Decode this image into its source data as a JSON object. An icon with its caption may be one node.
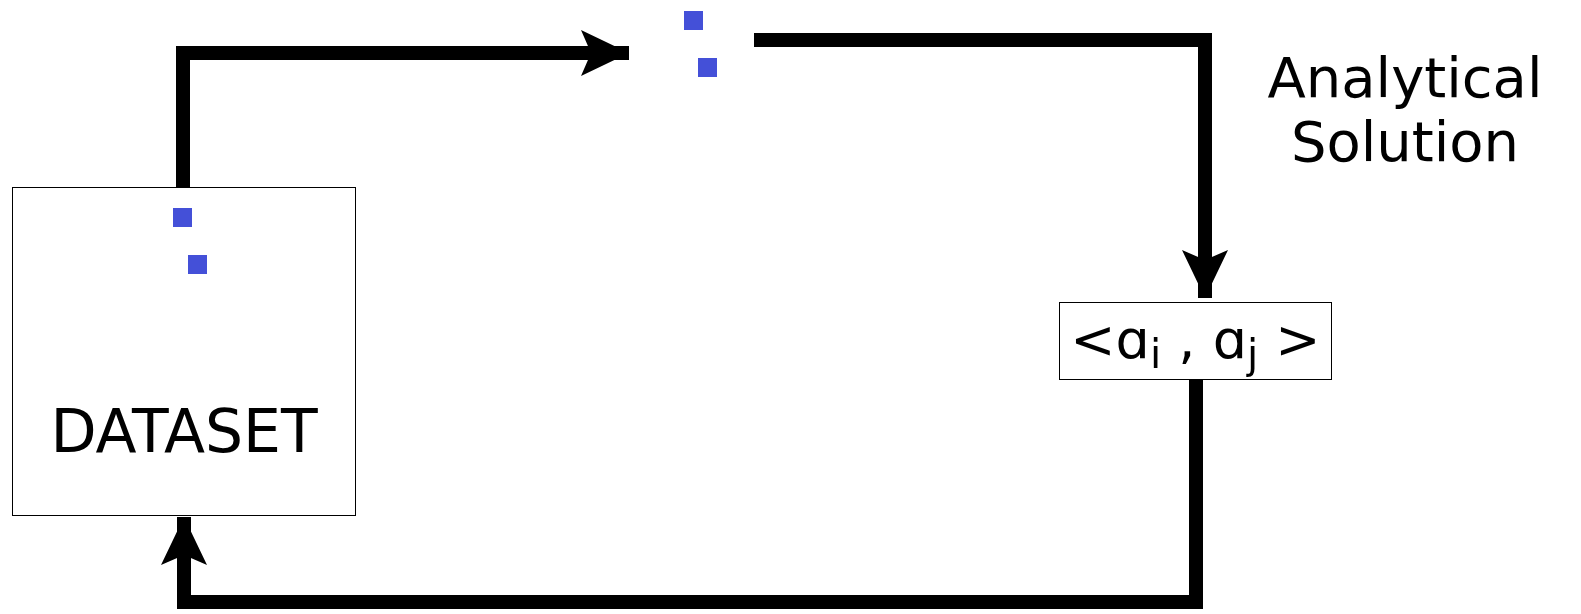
{
  "diagram": {
    "nodes": [
      {
        "text": [
          "DATASET"
        ]
      },
      {
        "text": [],
        "shape": "box"
      },
      {
        "text": [
          "<ɑ$_{i}$ , ɑ$_{j}$ >"
        ]
      }
    ],
    "edges": [
      {
        "from": 0,
        "to": 1,
        "arrow": "to"
      },
      {
        "from": 1,
        "to": 2,
        "arrow": "to",
        "label": "Analytical Solution"
      },
      {
        "from": 2,
        "to": 0,
        "arrow": "to"
      }
    ]
  }
}
